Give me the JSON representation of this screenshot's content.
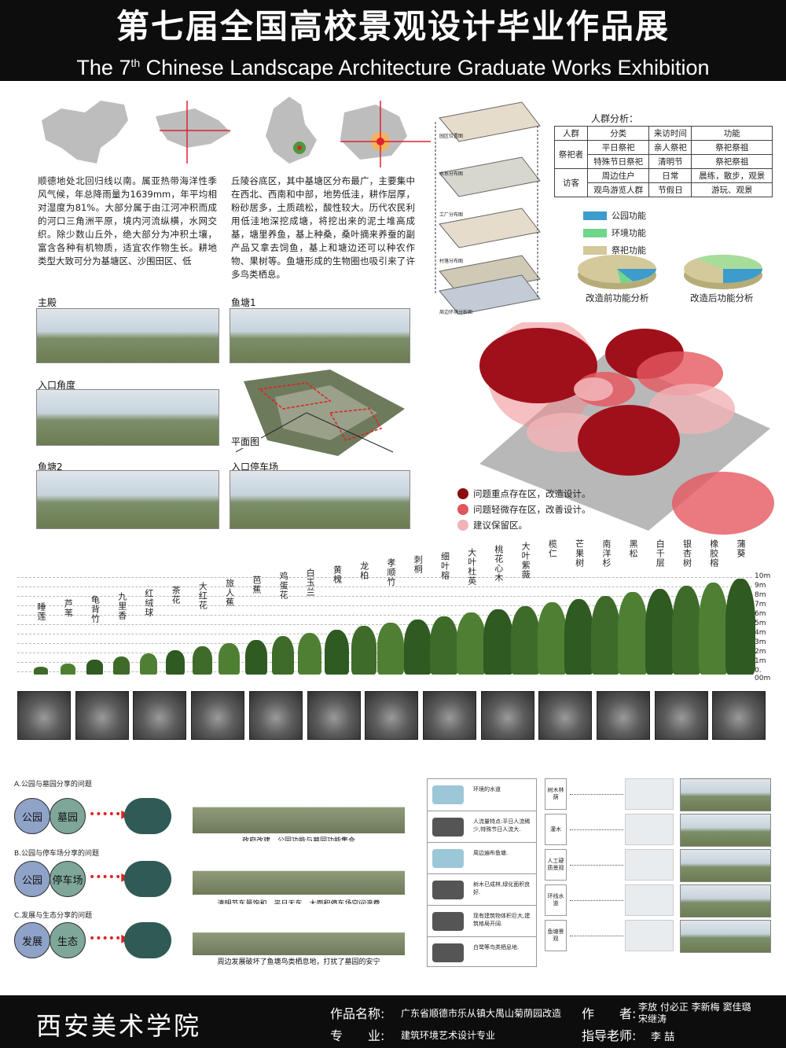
{
  "header": {
    "title_zh": "第七届全国高校景观设计毕业作品展",
    "title_en_pre": "The 7",
    "title_en_sup": "th",
    "title_en_post": " Chinese  Landscape  Architecture  Graduate  Works  Exhibition"
  },
  "intro": {
    "left": "顺德地处北回归线以南。属亚热带海洋性季风气候，年总降雨量为1639mm，年平均相对湿度为81%。大部分属于由江河冲积而成的河口三角洲平原，境内河流纵横，水网交织。除少数山丘外，绝大部分为冲积土壤，富含各种有机物质，适宜农作物生长。耕地类型大致可分为基塘区、沙围田区、低",
    "right": "丘陵谷底区，其中基塘区分布最广，主要集中在西北、西南和中部，地势低洼，耕作层厚，粉砂居多，土质疏松，酸性较大。历代农民利用低洼地深挖成塘，将挖出来的泥土堆高成基，塘里养鱼，基上种桑，桑叶摘来养蚕的副产品又拿去饲鱼，基上和塘边还可以种农作物、果树等。鱼塘形成的生物圈也吸引来了许多鸟类栖息。"
  },
  "layers": [
    "园区位置图",
    "水系分布图",
    "工厂分布图",
    "村落分布图",
    "周边环境分析图"
  ],
  "crowd": {
    "title": "人群分析：",
    "headers": [
      "人群",
      "分类",
      "来访时间",
      "功能"
    ],
    "groups": [
      "祭祀者",
      "访客"
    ],
    "rows": [
      [
        "平日祭祀",
        "亲人祭祀",
        "祭祀祭祖"
      ],
      [
        "特殊节日祭祀",
        "清明节",
        "祭祀祭祖"
      ],
      [
        "周边住户",
        "日常",
        "晨练，散步，观景"
      ],
      [
        "观鸟游览人群",
        "节假日",
        "游玩、观景"
      ]
    ]
  },
  "function_legend": [
    {
      "label": "公园功能",
      "color": "#3d9ccb"
    },
    {
      "label": "环境功能",
      "color": "#6fd68a"
    },
    {
      "label": "祭祀功能",
      "color": "#d3c99a"
    }
  ],
  "pie_captions": [
    "改造前功能分析",
    "改造后功能分析"
  ],
  "photos": {
    "main_hall": "主殿",
    "fishpond1": "鱼塘1",
    "entrance_angle": "入口角度",
    "plan": "平面图",
    "fishpond2": "鱼塘2",
    "parking": "入口停车场"
  },
  "problem_legend": [
    {
      "label": "问题重点存在区，改造设计。",
      "color": "#8b0d0d"
    },
    {
      "label": "问题轻微存在区，改善设计。",
      "color": "#e0545a"
    },
    {
      "label": "建议保留区。",
      "color": "#f1b3b6"
    }
  ],
  "plants": [
    "睡莲",
    "芦苇",
    "龟背竹",
    "九里香",
    "红绒球",
    "茶花",
    "大红花",
    "旅人蕉",
    "芭蕉",
    "鸡蛋花",
    "白玉兰",
    "黄槐",
    "龙柏",
    "孝顺竹",
    "刺桐",
    "细叶榕",
    "大叶杜英",
    "桃花心木",
    "大叶紫薇",
    "榄仁",
    "芒果树",
    "南洋杉",
    "黑松",
    "白千层",
    "银杏树",
    "橡胶榕",
    "蒲葵"
  ],
  "scale": [
    "10m",
    "9m",
    "8m",
    "7m",
    "6m",
    "5m",
    "4m",
    "3m",
    "2m",
    "1m",
    "0. 00m"
  ],
  "issues": {
    "a": "A.公园与墓园分享的问题",
    "a1": "公园",
    "a2": "墓园",
    "b": "B.公园与停车场分享的问题",
    "b1": "公园",
    "b2": "停车场",
    "c": "C.发展与生态分享的问题",
    "c1": "发展",
    "c2": "生态"
  },
  "sketch_captions": [
    "政府改建，公园功能与墓园功能集合",
    "清明节车量饱和，平日无车，大面积停车场空间浪费",
    "周边发展破坏了鱼塘鸟类栖息地，打扰了墓园的安宁"
  ],
  "site_items": [
    "环境的水道",
    "人流量特点:平日人流稀少,特殊节日人流大.",
    "周边遍布鱼塘.",
    "树木已成林,绿化面积良好.",
    "现有建筑物体积巨大,建筑格局开阔.",
    "白鹭等鸟类栖息地."
  ],
  "landscape_items": [
    "树木林荫",
    "灌木",
    "人工硬质景观",
    "环线水道",
    "鱼塘景观"
  ],
  "footer": {
    "school": "西安美术学院",
    "work_label": "作品名称:",
    "work_value": "广东省顺德市乐从镇大禺山菊荫园改造",
    "major_label": "专　　业:",
    "major_value": "建筑环境艺术设计专业",
    "author_label": "作　　者:",
    "author_value1": "李放 付必正 李新梅 窦佳璐",
    "author_value2": "宋继涛",
    "advisor_label": "指导老师:",
    "advisor_value": "李  喆"
  }
}
